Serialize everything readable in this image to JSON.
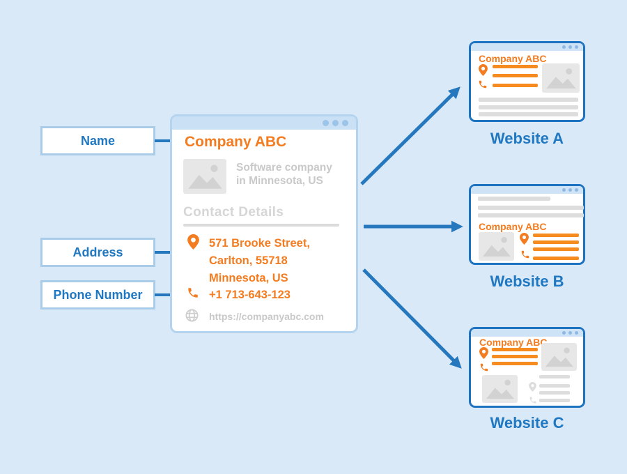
{
  "colors": {
    "page_bg": "#D9E9F8",
    "card_border": "#B3D3EE",
    "card_topbar": "#C9E0F5",
    "card_dots": "#9CC3E8",
    "window_border": "#1E73C0",
    "window_topbar": "#CFE3F6",
    "window_dots": "#8FB9E4",
    "orange": "#F47C20",
    "orange_bar": "#F68B1F",
    "blue_text": "#1F78C1",
    "connector_blue": "#2678BE",
    "label_border": "#A9CCE9",
    "gray_text": "#C9C9C9",
    "gray_heading": "#D6D6D6",
    "divider": "#DBDBDB",
    "gray_bar": "#DDDDDD",
    "gray_icon": "#CDCDCD",
    "placeholder_bg": "#E7E7E7",
    "placeholder_glyph": "#D2D2D2"
  },
  "nap_labels": [
    {
      "label": "Name"
    },
    {
      "label": "Address"
    },
    {
      "label": "Phone Number"
    }
  ],
  "listing_card": {
    "company_name": "Company ABC",
    "tagline_line1": "Software company",
    "tagline_line2": "in Minnesota, US",
    "section_heading": "Contact Details",
    "address_line1": "571 Brooke Street,",
    "address_line2": "Carlton, 55718",
    "address_line3": "Minnesota, US",
    "phone": "+1 713-643-123",
    "website_url": "https://companyabc.com"
  },
  "websites": [
    {
      "label": "Website A",
      "company_name": "Company ABC"
    },
    {
      "label": "Website B",
      "company_name": "Company ABC"
    },
    {
      "label": "Website C",
      "company_name": "Company ABC"
    }
  ],
  "icons": {
    "location": "location-pin-icon",
    "phone": "phone-icon",
    "globe": "globe-icon",
    "image_placeholder": "image-placeholder-icon"
  }
}
